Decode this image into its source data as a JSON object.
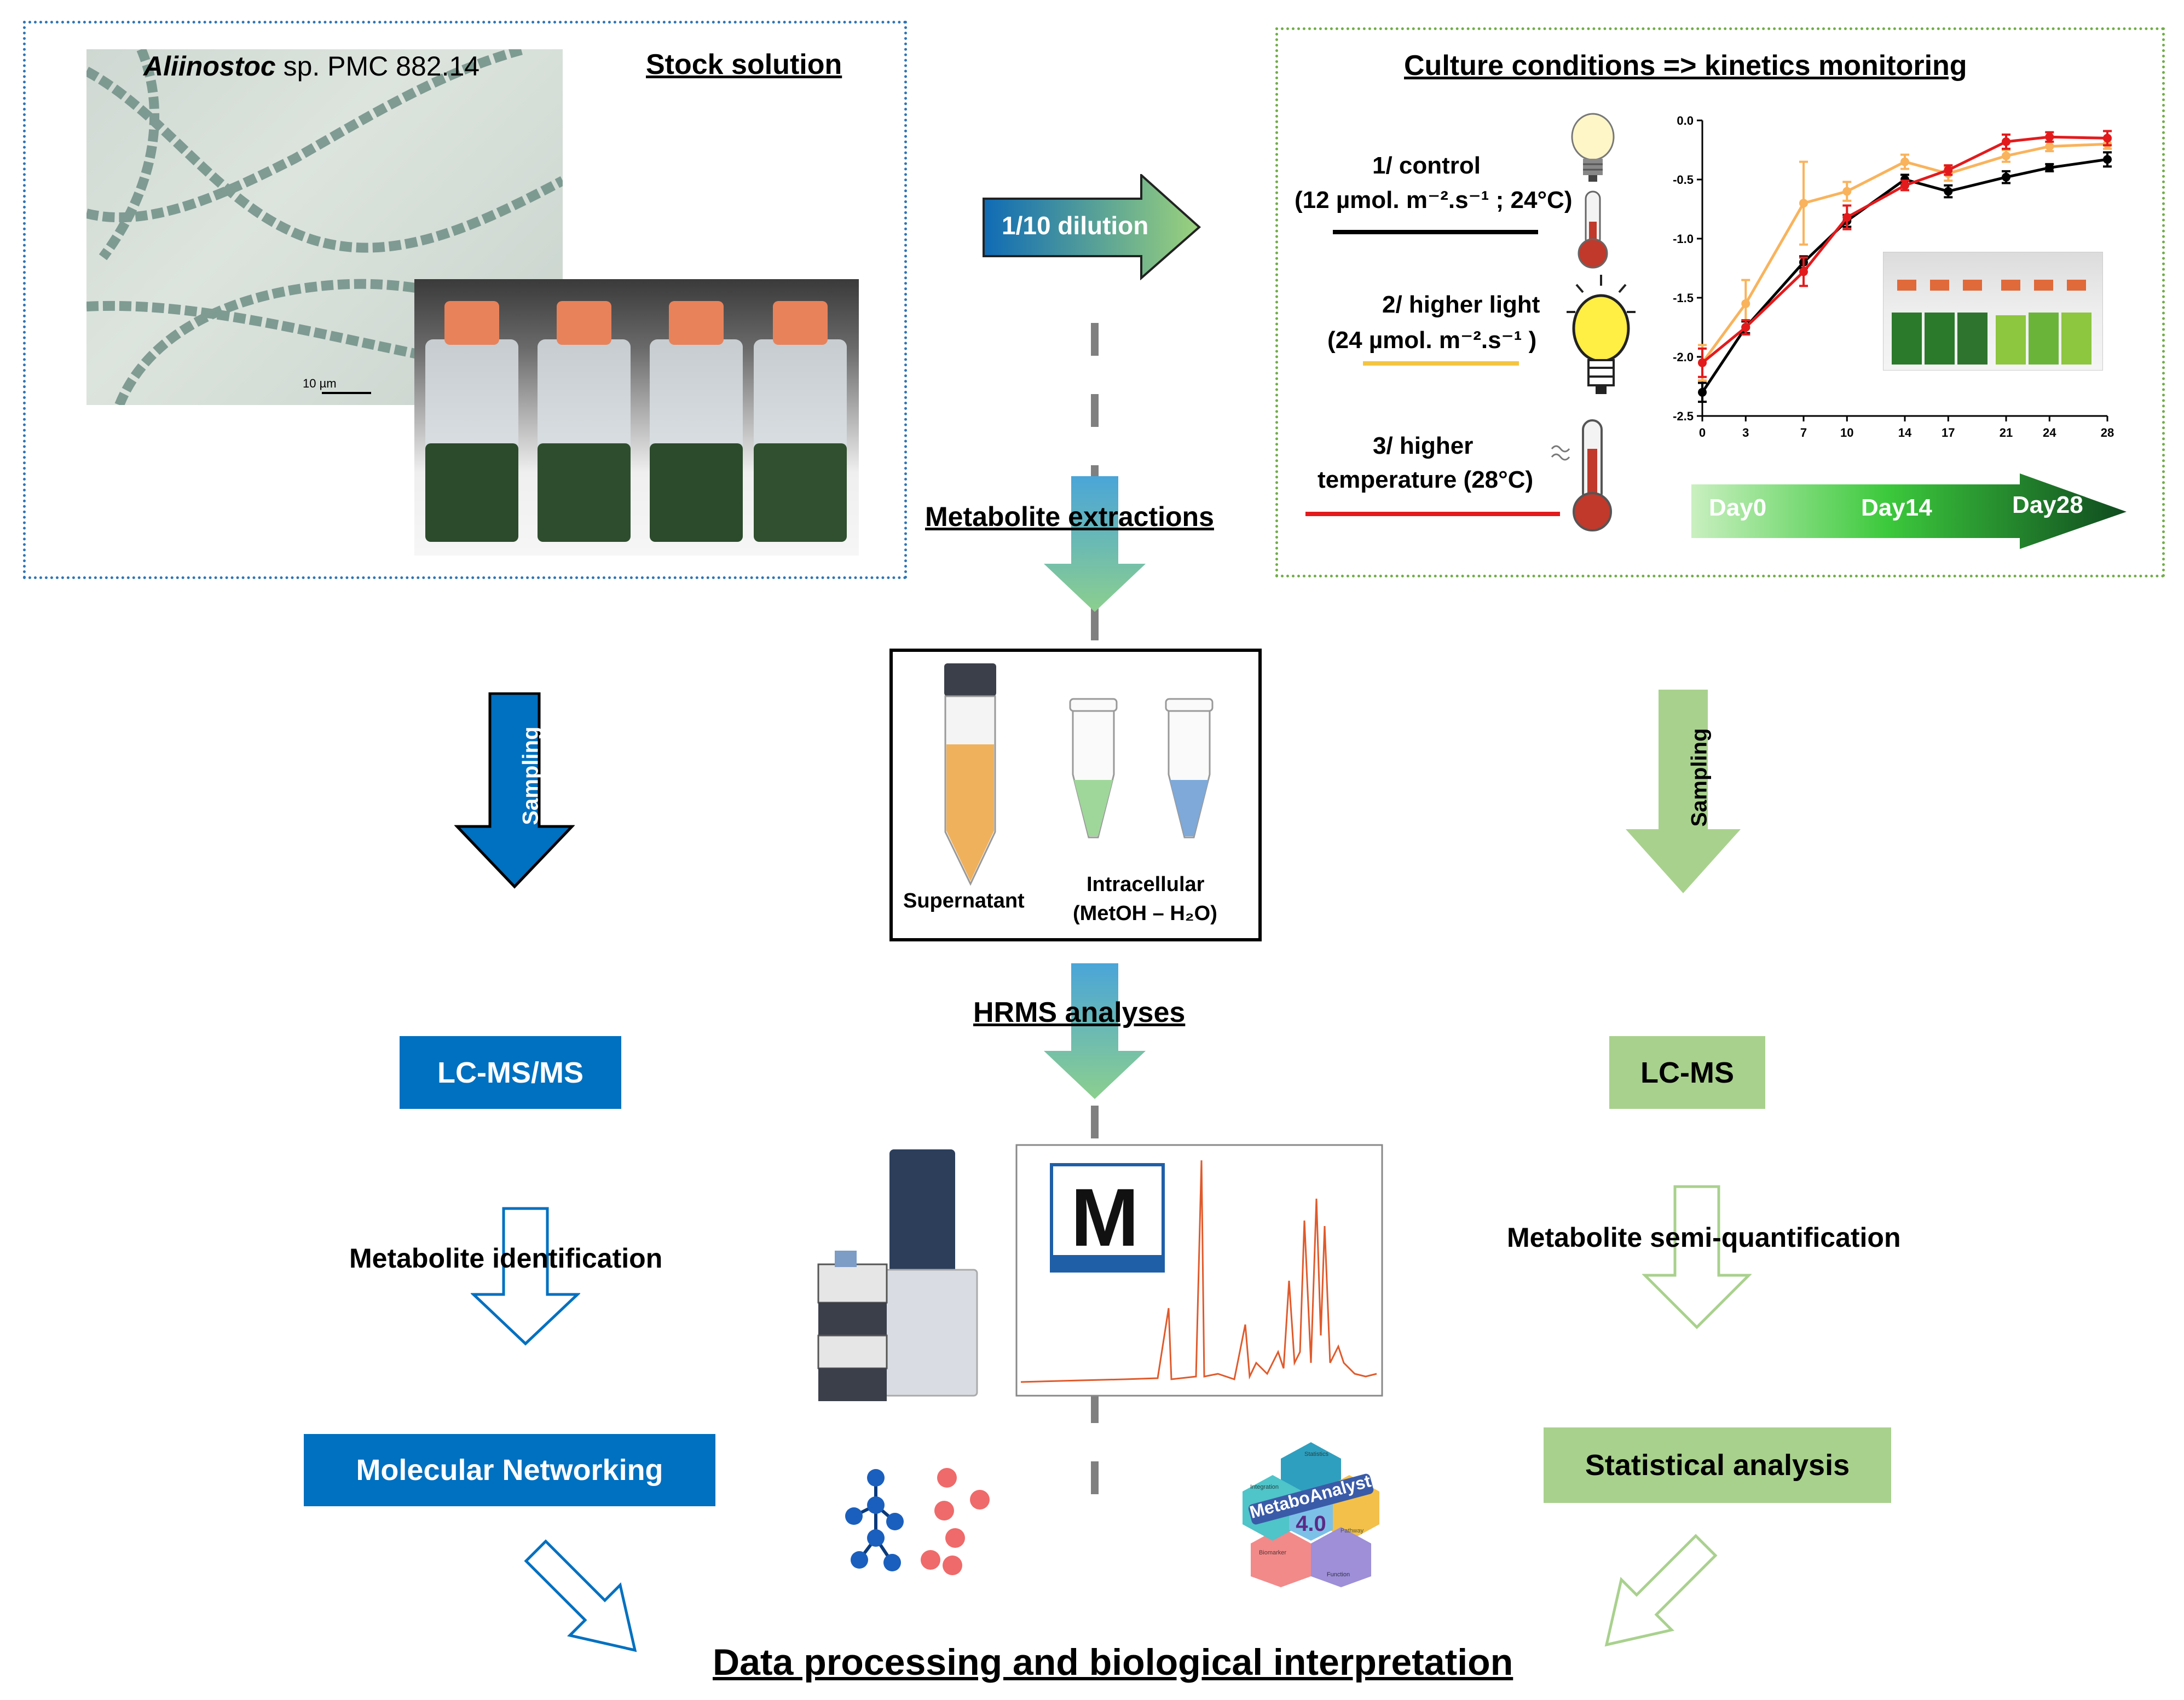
{
  "stock": {
    "title": "Stock solution",
    "strain_italic": "Aliinostoc",
    "strain_rest": " sp. PMC 882.14",
    "scale_bar": "10 µm"
  },
  "dilution_label": "1/10 dilution",
  "extraction_label": "Metabolite extractions",
  "culture": {
    "title": "Culture conditions => kinetics monitoring",
    "conditions": [
      {
        "line1": "1/ control",
        "line2": "(12 µmol. m⁻².s⁻¹ ; 24°C)",
        "color": "#000000"
      },
      {
        "line1": "2/ higher light",
        "line2": "(24 µmol. m⁻².s⁻¹ )",
        "color": "#f4c542"
      },
      {
        "line1": "3/ higher",
        "line2": "temperature (28°C)",
        "color": "#e31a1c"
      }
    ],
    "day_arrow": [
      "Day0",
      "Day14",
      "Day28"
    ]
  },
  "chart_data": {
    "type": "line",
    "x": [
      0,
      3,
      7,
      10,
      14,
      17,
      21,
      24,
      28
    ],
    "xticks": [
      "0",
      "3",
      "7",
      "10",
      "14",
      "17",
      "21",
      "24",
      "28"
    ],
    "yticks": [
      "0.0",
      "-0.5",
      "-1.0",
      "-1.5",
      "-2.0",
      "-2.5"
    ],
    "ylim": [
      -2.5,
      0
    ],
    "xlim": [
      0,
      28
    ],
    "series": [
      {
        "color": "#000000",
        "values": [
          -2.3,
          -1.75,
          -1.2,
          -0.85,
          -0.5,
          -0.6,
          -0.48,
          -0.4,
          -0.33
        ],
        "err": [
          0.08,
          0.05,
          0.05,
          0.05,
          0.04,
          0.05,
          0.05,
          0.03,
          0.06
        ]
      },
      {
        "color": "#f9b35c",
        "values": [
          -2.05,
          -1.55,
          -0.7,
          -0.6,
          -0.35,
          -0.45,
          -0.3,
          -0.22,
          -0.2
        ],
        "err": [
          0.15,
          0.2,
          0.35,
          0.08,
          0.06,
          0.06,
          0.05,
          0.04,
          0.04
        ]
      },
      {
        "color": "#e31a1c",
        "values": [
          -2.05,
          -1.75,
          -1.28,
          -0.82,
          -0.55,
          -0.42,
          -0.18,
          -0.14,
          -0.15
        ],
        "err": [
          0.12,
          0.06,
          0.12,
          0.1,
          0.04,
          0.04,
          0.06,
          0.04,
          0.06
        ]
      }
    ]
  },
  "sampling_left": "Sampling",
  "sampling_right": "Sampling",
  "extract": {
    "supernatant": "Supernatant",
    "intracellular": "Intracellular",
    "solvent": "(MetOH – H₂O)"
  },
  "hrms_label": "HRMS analyses",
  "left_path": {
    "lcmsms": "LC-MS/MS",
    "identification": "Metabolite identification",
    "networking": "Molecular Networking"
  },
  "right_path": {
    "lcms": "LC-MS",
    "semiquant": "Metabolite semi-quantification",
    "statistical": "Statistical analysis"
  },
  "mzmine_logo": "M",
  "metaboanalyst": {
    "name": "MetaboAnalyst",
    "version": "4.0",
    "modules": [
      "Statistics",
      "Pathway",
      "Function",
      "Biomarker",
      "Integration"
    ]
  },
  "final_title": "Data processing and biological interpretation"
}
